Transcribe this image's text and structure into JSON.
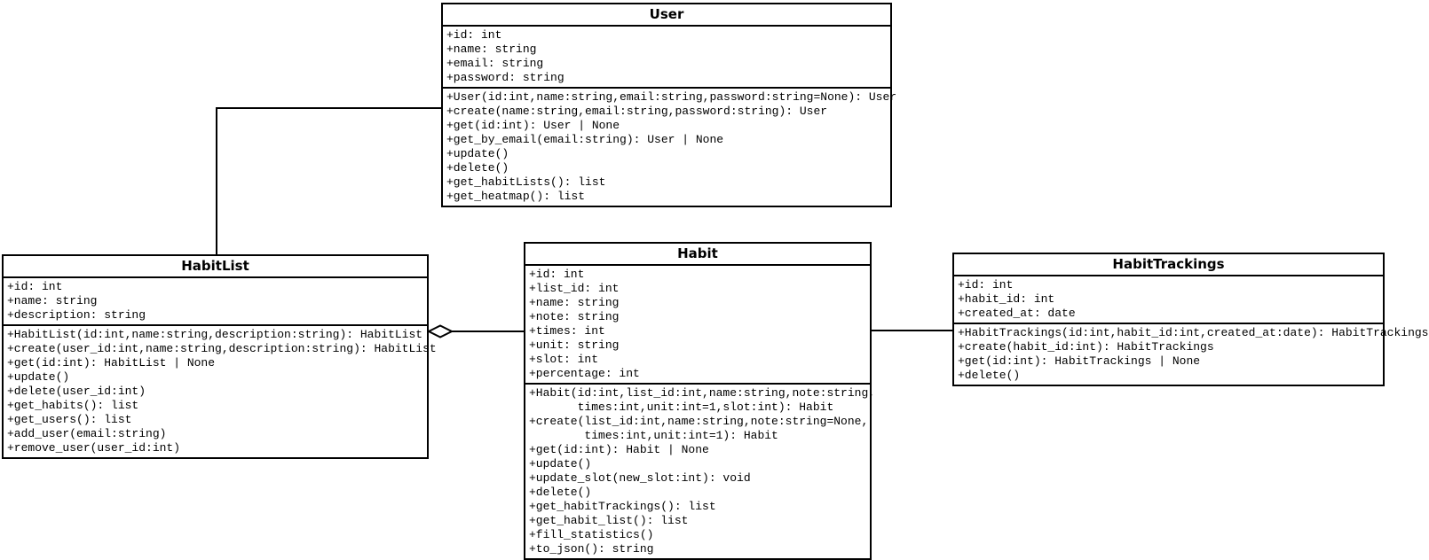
{
  "diagram": {
    "classes": [
      {
        "name": "User",
        "attributes": [
          "+id: int",
          "+name: string",
          "+email: string",
          "+password: string"
        ],
        "methods": [
          "+User(id:int,name:string,email:string,password:string=None): User",
          "+create(name:string,email:string,password:string): User",
          "+get(id:int): User | None",
          "+get_by_email(email:string): User | None",
          "+update()",
          "+delete()",
          "+get_habitLists(): list",
          "+get_heatmap(): list"
        ]
      },
      {
        "name": "HabitList",
        "attributes": [
          "+id: int",
          "+name: string",
          "+description: string"
        ],
        "methods": [
          "+HabitList(id:int,name:string,description:string): HabitList",
          "+create(user_id:int,name:string,description:string): HabitList",
          "+get(id:int): HabitList | None",
          "+update()",
          "+delete(user_id:int)",
          "+get_habits(): list",
          "+get_users(): list",
          "+add_user(email:string)",
          "+remove_user(user_id:int)"
        ]
      },
      {
        "name": "Habit",
        "attributes": [
          "+id: int",
          "+list_id: int",
          "+name: string",
          "+note: string",
          "+times: int",
          "+unit: string",
          "+slot: int",
          "+percentage: int"
        ],
        "methods": [
          "+Habit(id:int,list_id:int,name:string,note:string,",
          "       times:int,unit:int=1,slot:int): Habit",
          "+create(list_id:int,name:string,note:string=None,",
          "        times:int,unit:int=1): Habit",
          "+get(id:int): Habit | None",
          "+update()",
          "+update_slot(new_slot:int): void",
          "+delete()",
          "+get_habitTrackings(): list",
          "+get_habit_list(): list",
          "+fill_statistics()",
          "+to_json(): string"
        ]
      },
      {
        "name": "HabitTrackings",
        "attributes": [
          "+id: int",
          "+habit_id: int",
          "+created_at: date"
        ],
        "methods": [
          "+HabitTrackings(id:int,habit_id:int,created_at:date): HabitTrackings",
          "+create(habit_id:int): HabitTrackings",
          "+get(id:int): HabitTrackings | None",
          "+delete()"
        ]
      }
    ],
    "relationships": [
      {
        "from": "User",
        "to": "HabitList",
        "type": "association"
      },
      {
        "from": "HabitList",
        "to": "Habit",
        "type": "aggregation",
        "diamond_end": "HabitList"
      },
      {
        "from": "Habit",
        "to": "HabitTrackings",
        "type": "association"
      }
    ],
    "colors": {
      "line": "#000000",
      "box_fill": "#ffffff",
      "text": "#000000",
      "background": "#ffffff"
    }
  }
}
